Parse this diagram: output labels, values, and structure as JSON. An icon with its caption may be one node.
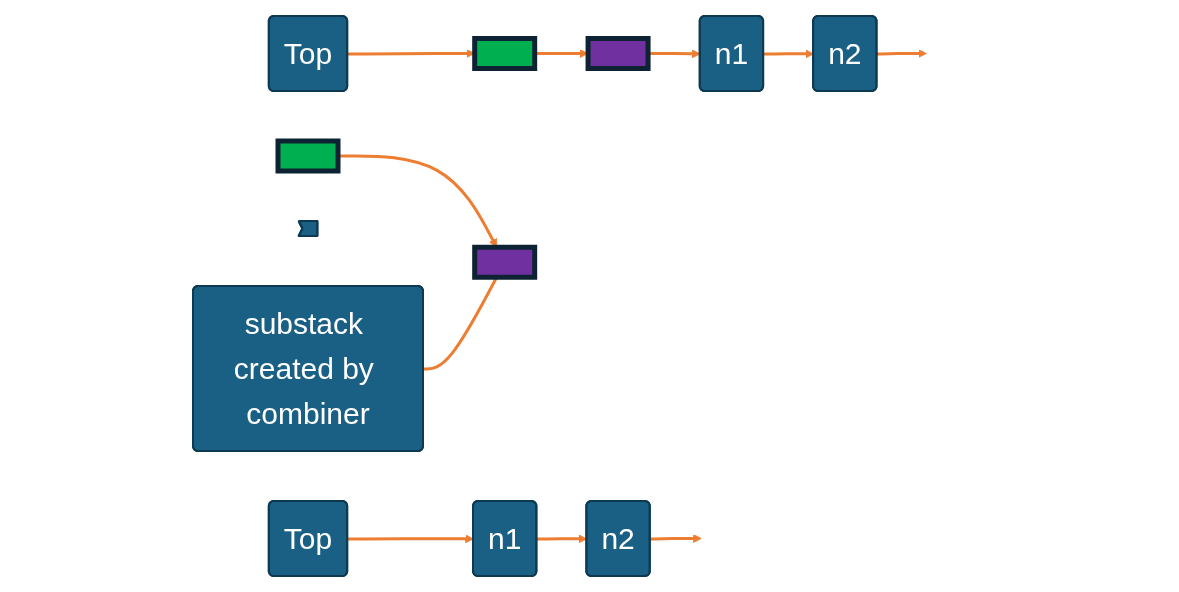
{
  "diagram": {
    "nodes": [
      {
        "text": [
          "Top"
        ]
      },
      {
        "text": [
          "n1"
        ]
      },
      {
        "text": [
          "n2"
        ]
      },
      {
        "text": [],
        "shape": "box"
      },
      {
        "text": [],
        "shape": "box"
      },
      {
        "text": [],
        "shape": "arrow"
      },
      {
        "text": [
          "substack created by combiner"
        ]
      },
      {
        "text": [
          "Top"
        ]
      },
      {
        "text": [],
        "shape": "box"
      },
      {
        "text": [],
        "shape": "box"
      },
      {
        "text": [
          "n1"
        ]
      },
      {
        "text": [
          "n2"
        ]
      }
    ],
    "edges": [
      {
        "from": 0,
        "to": 1,
        "arrow": "to"
      },
      {
        "from": 1,
        "to": 2,
        "arrow": "to"
      },
      {
        "from": 2,
        "to": null,
        "arrow": "to"
      },
      {
        "from": 3,
        "to": 4,
        "arrow": "to"
      },
      {
        "from": 6,
        "to": 4,
        "arrow": "none"
      },
      {
        "from": 7,
        "to": 8,
        "arrow": "to"
      },
      {
        "from": 8,
        "to": 9,
        "arrow": "to"
      },
      {
        "from": 9,
        "to": 10,
        "arrow": "to"
      },
      {
        "from": 10,
        "to": 11,
        "arrow": "to"
      },
      {
        "from": 11,
        "to": null,
        "arrow": "to"
      }
    ]
  }
}
